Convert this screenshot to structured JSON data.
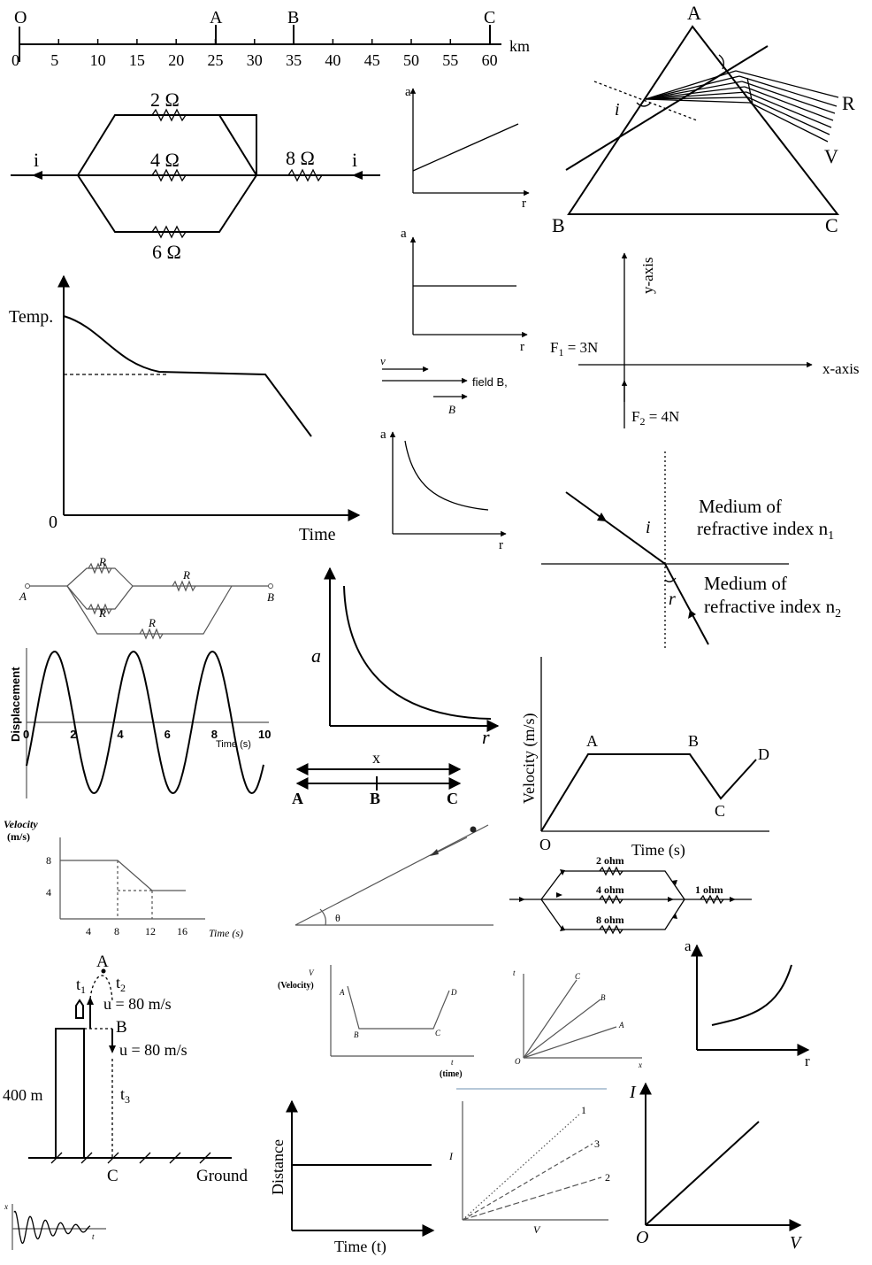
{
  "scale": {
    "points": [
      {
        "label": "O",
        "at": 0
      },
      {
        "label": "A",
        "at": 25
      },
      {
        "label": "B",
        "at": 35
      },
      {
        "label": "C",
        "at": 60
      }
    ],
    "ticks": [
      "0",
      "5",
      "10",
      "15",
      "20",
      "25",
      "30",
      "35",
      "40",
      "45",
      "50",
      "55",
      "60"
    ],
    "unit": "km"
  },
  "circuit1": {
    "r_top": "2 Ω",
    "r_mid": "4 Ω",
    "r_bot": "6 Ω",
    "r_series": "8 Ω",
    "current_in": "i",
    "current_out": "i"
  },
  "graph_a_linear": {
    "y": "a",
    "x": "r"
  },
  "graph_a_const": {
    "y": "a",
    "x": "r"
  },
  "graph_a_inverse_small": {
    "y": "a",
    "x": "r"
  },
  "graph_a_inverse_large": {
    "y": "a",
    "x": "r"
  },
  "graph_a_rising": {
    "y": "a",
    "x": "r"
  },
  "prism": {
    "apex": "A",
    "base_left": "B",
    "base_right": "C",
    "angle": "i",
    "red": "R",
    "violet": "V"
  },
  "cooling": {
    "y": "Temp.",
    "x": "Time",
    "origin": "0"
  },
  "field": {
    "v": "v",
    "field": "field B,",
    "b": "B"
  },
  "forces": {
    "y_axis": "y-axis",
    "x_axis": "x-axis",
    "f1": "F",
    "f1_sub": "1",
    "f1_val": " = 3N",
    "f2": "F",
    "f2_sub": "2",
    "f2_val": " = 4N"
  },
  "refraction": {
    "i": "i",
    "r": "r",
    "m1": "Medium of",
    "m1b": "refractive index n",
    "m1sub": "1",
    "m2": "Medium of",
    "m2b": "refractive index n",
    "m2sub": "2"
  },
  "circuit_r": {
    "a": "A",
    "b": "B",
    "r1": "R",
    "r2": "R",
    "r3": "R",
    "r4": "R"
  },
  "wave": {
    "y": "Displacement",
    "x": "Time (s)",
    "ticks": [
      "0",
      "2",
      "4",
      "6",
      "8",
      "10"
    ]
  },
  "line_abc": {
    "x": "x",
    "a": "A",
    "b": "B",
    "c": "C"
  },
  "vel_abcd": {
    "y": "Velocity (m/s)",
    "x": "Time (s)",
    "o": "O",
    "a": "A",
    "b": "B",
    "c": "C",
    "d": "D"
  },
  "vel_step": {
    "y1": "Velocity",
    "y2": "(m/s)",
    "x": "Time (s)",
    "yticks": [
      "8",
      "4"
    ],
    "xticks": [
      "4",
      "8",
      "12",
      "16"
    ]
  },
  "incline": {
    "theta": "θ"
  },
  "circuit2": {
    "r1": "2 ohm",
    "r2": "4 ohm",
    "r3": "8 ohm",
    "r4": "1 ohm"
  },
  "tower": {
    "a": "A",
    "b": "B",
    "c": "C",
    "t1": "t",
    "t1s": "1",
    "t2": "t",
    "t2s": "2",
    "t3": "t",
    "t3s": "3",
    "u1": "u = 80 m/s",
    "u2": "u = 80 m/s",
    "h": "400 m",
    "ground": "Ground"
  },
  "vt_abcd": {
    "y1": "V",
    "y2": "(Velocity)",
    "x1": "t",
    "x2": "(time)",
    "a": "A",
    "b": "B",
    "c": "C",
    "d": "D"
  },
  "tx_lines": {
    "y": "t",
    "x": "x",
    "o": "O",
    "a": "A",
    "b": "B",
    "c": "C"
  },
  "distance": {
    "y": "Distance",
    "x": "Time (t)"
  },
  "iv3": {
    "y": "I",
    "x": "V",
    "l1": "1",
    "l2": "2",
    "l3": "3"
  },
  "iv": {
    "y": "I",
    "x": "V",
    "o": "O"
  },
  "damped": {
    "y": "x",
    "x": "t"
  }
}
